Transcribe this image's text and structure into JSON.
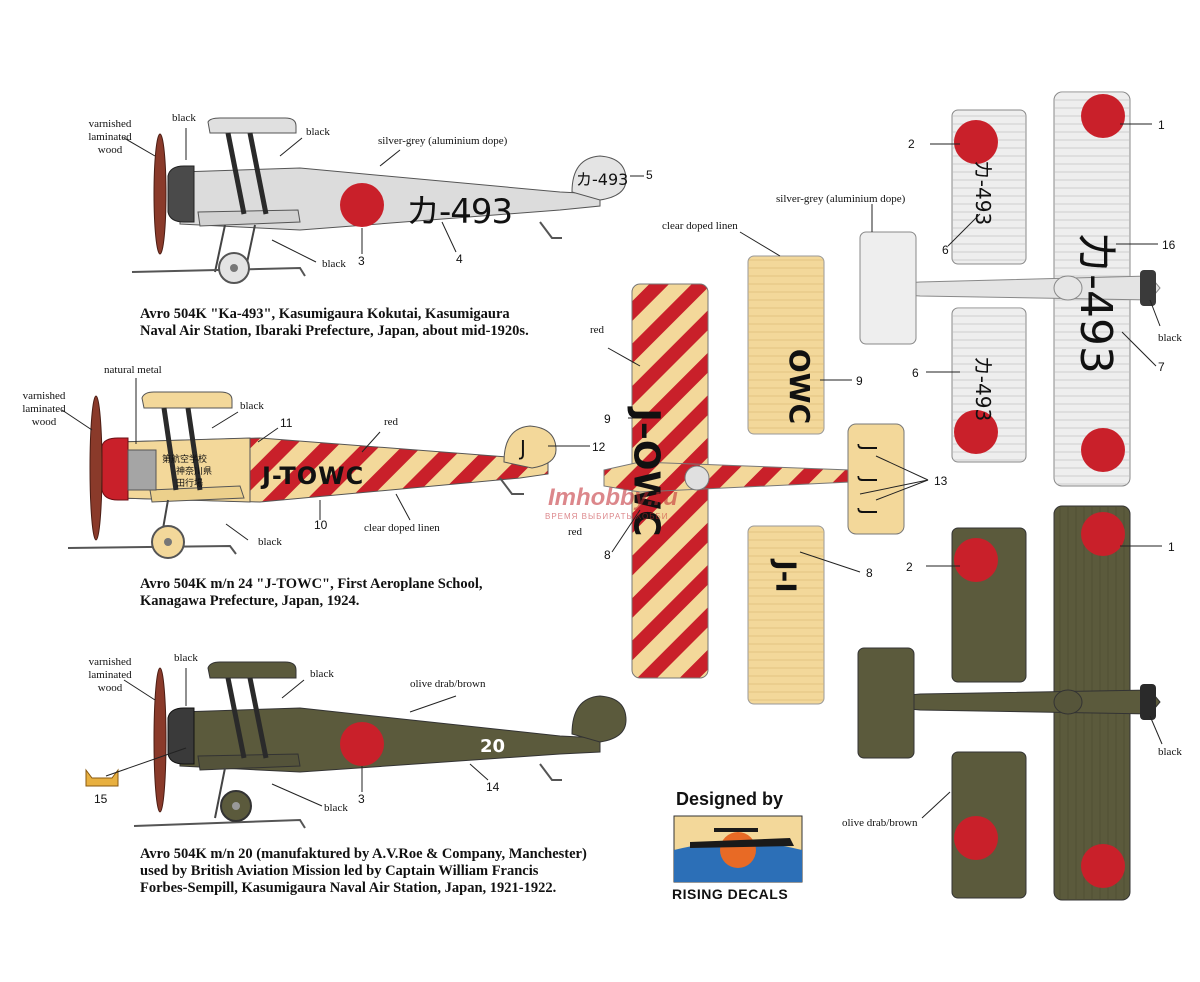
{
  "aircraft": [
    {
      "caption": [
        "Avro 504K \"Ka-493\", Kasumigaura Kokutai, Kasumigaura",
        "Naval Air Station, Ibaraki Prefecture, Japan, about mid-1920s."
      ],
      "registration": "カ-493",
      "tail_code": "カ-493",
      "labels": {
        "propeller": [
          "varnished",
          "laminated",
          "wood"
        ],
        "cowl": "black",
        "struts": "black",
        "fuselage": "silver-grey (aluminium dope)",
        "undercarriage": "black"
      },
      "callouts": [
        "3",
        "4",
        "5"
      ]
    },
    {
      "caption": [
        "Avro 504K m/n 24 \"J-TOWC\", First Aeroplane School,",
        "Kanagawa Prefecture, Japan, 1924."
      ],
      "registration": "J-TOWC",
      "tail_code": "J",
      "fuselage_inscription": [
        "第航空学校",
        "神奈川県",
        "田行場"
      ],
      "labels": {
        "engine": "natural metal",
        "propeller": [
          "varnished",
          "laminated",
          "wood"
        ],
        "struts": "black",
        "stripes": "red",
        "fabric": "clear doped linen",
        "undercarriage": "black"
      },
      "callouts": [
        "10",
        "11",
        "12"
      ]
    },
    {
      "caption": [
        "Avro 504K m/n 20 (manufaktured by A.V.Roe & Company, Manchester)",
        "used by British Aviation Mission led by Captain William Francis",
        "Forbes-Sempill, Kasumigaura Naval Air Station, Japan, 1921-1922."
      ],
      "serial": "20",
      "labels": {
        "propeller": [
          "varnished",
          "laminated",
          "wood"
        ],
        "cowl": "black",
        "struts": "black",
        "fuselage": "olive drab/brown",
        "undercarriage": "black"
      },
      "callouts": [
        "3",
        "14",
        "15"
      ]
    }
  ],
  "top_views": {
    "silver": {
      "label": "silver-grey (aluminium dope)",
      "upper_reg": "カ-493",
      "lower_reg_left": "カ-493",
      "lower_reg_right": "カ-493",
      "nose_label": "black",
      "callouts": [
        "1",
        "2",
        "6",
        "6",
        "7",
        "16"
      ]
    },
    "linen": {
      "labels": {
        "linen": "clear doped linen",
        "stripes_top": "red",
        "stripes_bottom": "red"
      },
      "wing_reg_upper": "OWC",
      "wing_reg_lower": "J-I",
      "wing_reg_big": "J–OWC",
      "tail_letters": [
        "J",
        "J",
        "J"
      ],
      "callouts": [
        "8",
        "8",
        "9",
        "9",
        "13"
      ]
    },
    "olive": {
      "label": "olive drab/brown",
      "nose_label": "black",
      "callouts": [
        "1",
        "2"
      ]
    }
  },
  "branding": {
    "designed_by": "Designed by",
    "brand": "RISING DECALS",
    "watermark": "Imhobby.ru",
    "watermark_sub": "ВРЕМЯ ВЫБИРАТЬ ХОББИ",
    "decal_tag": "15"
  },
  "colors": {
    "silver": "#dcdcdc",
    "linen": "#f3d89a",
    "red": "#c9202a",
    "olive": "#5b5a3c",
    "black": "#2a2a2a",
    "wood": "#7a3b2a"
  }
}
